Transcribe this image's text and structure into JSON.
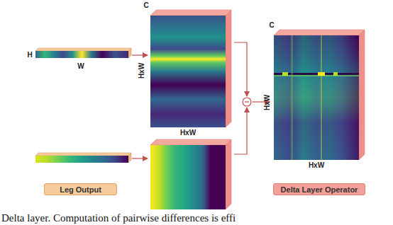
{
  "diagram": {
    "caption": "Delta layer. Computation of pairwise differences is effi",
    "nodes": [
      {
        "text": [
          "Leg Output"
        ]
      },
      {
        "text": [
          "Delta Layer Operator"
        ]
      }
    ],
    "labels": [
      "C",
      "H",
      "W",
      "HxW",
      "HxW",
      "C",
      "HxW",
      "HxW"
    ]
  }
}
